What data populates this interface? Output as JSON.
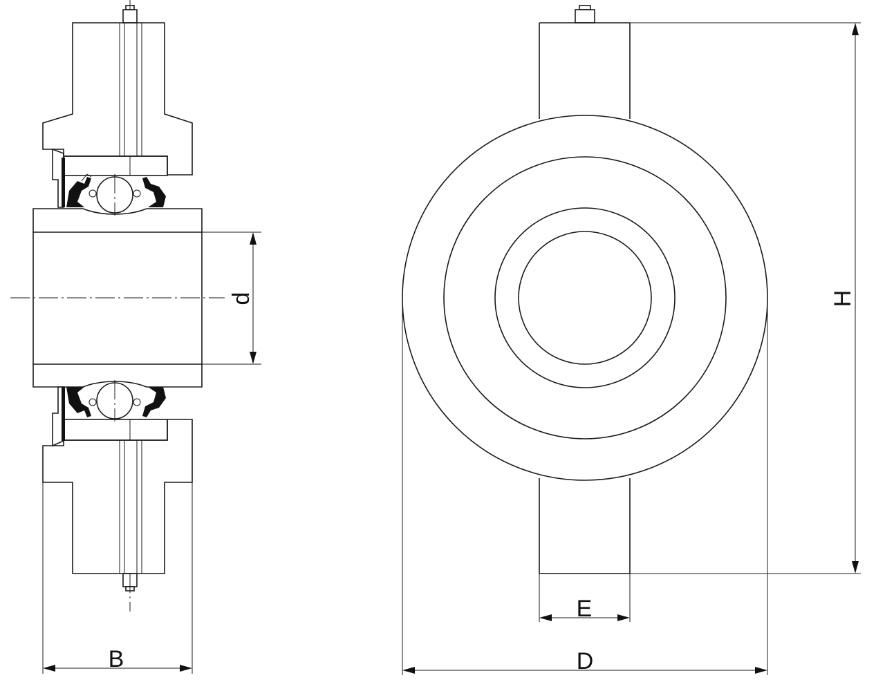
{
  "dimensions": {
    "B": "B",
    "d": "d",
    "E": "E",
    "D": "D",
    "H": "H"
  }
}
